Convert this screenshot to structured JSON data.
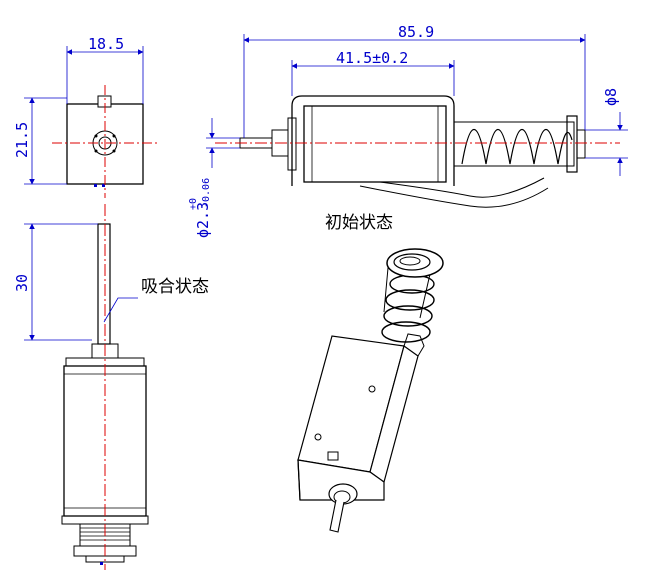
{
  "dimensions": {
    "top_width": "18.5",
    "top_height": "21.5",
    "overall_length": "85.9",
    "body_length": "41.5±0.2",
    "plunger_dia": "ϕ8",
    "shaft_dia": "ϕ2.3",
    "shaft_tol_upper": "+0",
    "shaft_tol_lower": "-0.06",
    "stroke_length": "30"
  },
  "labels": {
    "initial_state": "初始状态",
    "pull_in_state": "吸合状态"
  },
  "colors": {
    "dimension": "#0000cc",
    "centerline": "#dd0000",
    "outline": "#000000"
  }
}
